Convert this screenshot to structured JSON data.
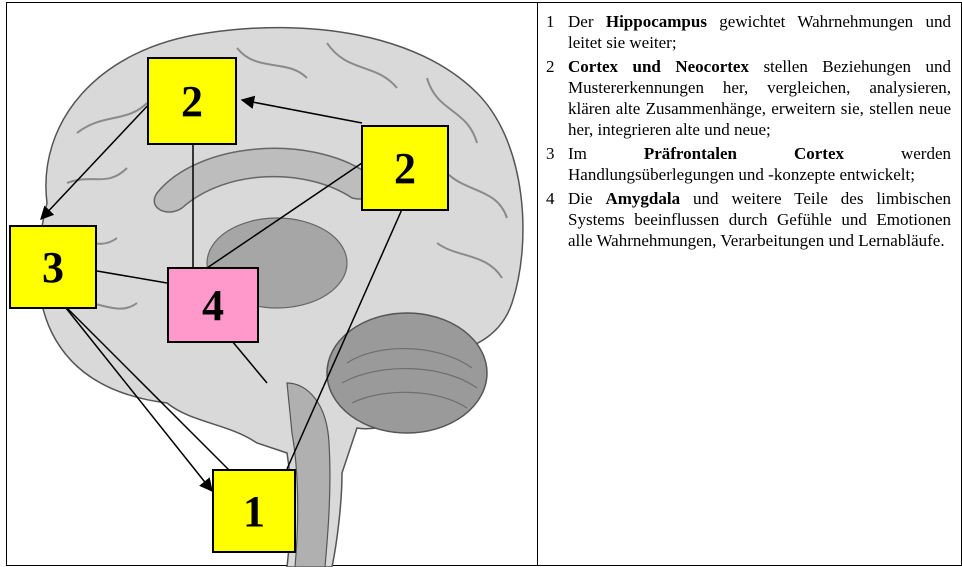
{
  "colors": {
    "yellow": "#ffff00",
    "pink": "#ff99cc"
  },
  "boxes": {
    "box_2_top": "2",
    "box_2_right": "2",
    "box_3": "3",
    "box_4": "4",
    "box_1": "1"
  },
  "legend": [
    {
      "num": "1",
      "pre": "Der ",
      "bold": "Hippocampus",
      "post": " gewichtet Wahrnehmungen und leitet sie weiter;"
    },
    {
      "num": "2",
      "pre": "",
      "bold": "Cortex und Neocortex",
      "post": " stellen Beziehungen und Mustererkennungen her, vergleichen, analysieren, klären alte Zusammenhänge, erweitern sie, stellen neue her, integrieren alte und neue;"
    },
    {
      "num": "3",
      "pre": "Im ",
      "bold": "Präfrontalen Cortex",
      "post": " werden Handlungsüberlegungen und -konzepte entwickelt;"
    },
    {
      "num": "4",
      "pre": "Die ",
      "bold": "Amygdala",
      "post": " und weitere Teile des limbischen Systems beeinflussen durch Gefühle und Emotionen alle Wahrnehmungen, Verarbeitungen und Lernabläufe."
    }
  ]
}
